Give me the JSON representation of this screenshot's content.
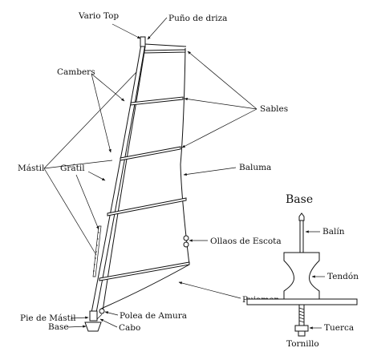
{
  "labels": {
    "vario_top": "Vario Top",
    "puno_de_driza": "Puño de driza",
    "cambers": "Cambers",
    "sables": "Sables",
    "mastil": "Mástil",
    "gratil": "Grátil",
    "baluma": "Baluma",
    "ollaos_de_escota": "Ollaos de Escota",
    "pujamen": "Pujamen",
    "polea_de_amura": "Polea de Amura",
    "pie_de_mastil": "Pie de Mástil",
    "base": "Base",
    "cabo": "Cabo"
  },
  "detail": {
    "title": "Base",
    "balin": "Balín",
    "tendon": "Tendón",
    "tuerca": "Tuerca",
    "tornillo": "Tornillo"
  },
  "colors": {
    "ink": "#111111",
    "background": "#ffffff"
  }
}
